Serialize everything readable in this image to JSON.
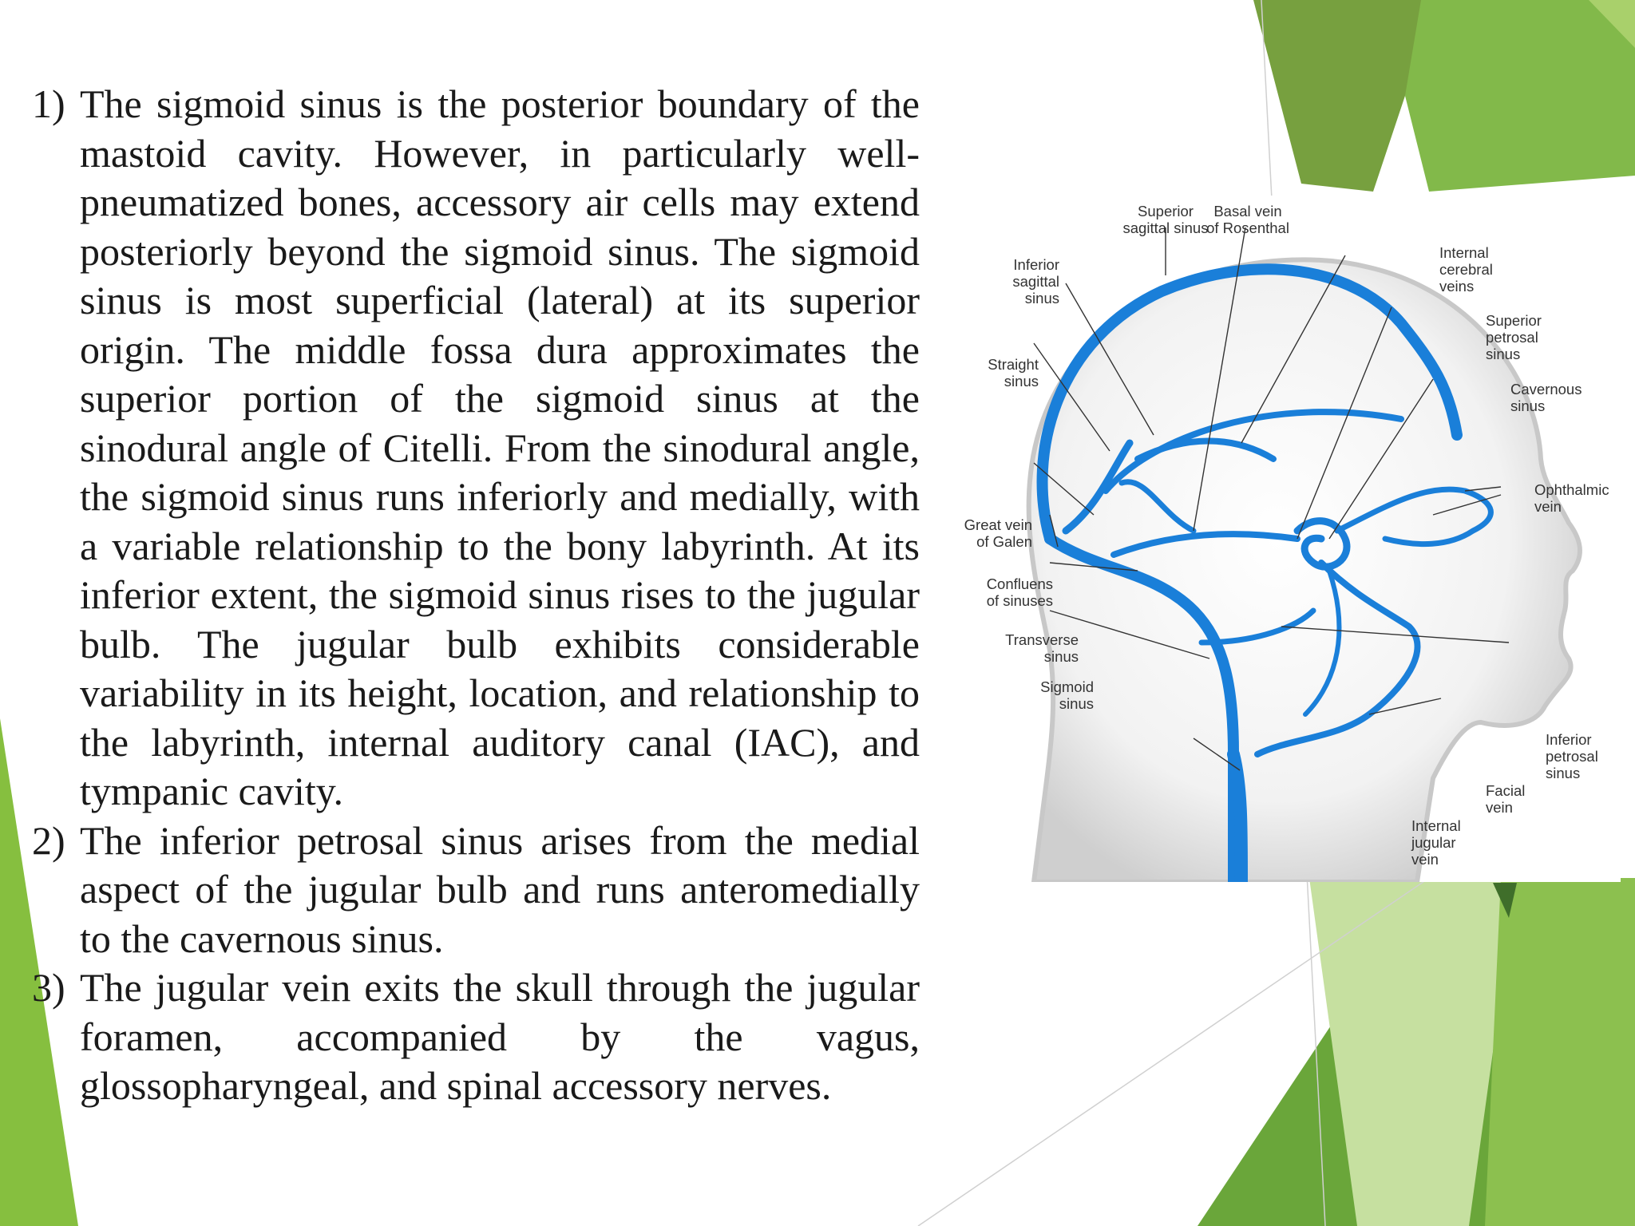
{
  "colors": {
    "background": "#ffffff",
    "accent_dark_green": "#77a03f",
    "accent_green": "#7cb83a",
    "accent_light_green": "#c6e0a0",
    "text": "#1a1a1a",
    "vein_blue": "#1a7fd9",
    "head_gray": "#d9d9d9"
  },
  "text_blocks": [
    {
      "number": "1)",
      "text": "The sigmoid sinus is the posterior boundary of the mastoid cavity. However, in particularly well-pneumatized bones, accessory air cells may extend posteriorly beyond the sigmoid sinus. The sigmoid sinus is most superficial (lateral) at its superior origin. The middle fossa dura approximates the superior portion of the sigmoid sinus at the sinodural angle of Citelli. From the sinodural angle, the sigmoid sinus runs inferiorly and medially, with a variable relationship to the bony labyrinth. At its inferior extent, the sigmoid sinus rises to the jugular bulb. The jugular bulb exhibits considerable variability in its height, location, and relationship to the labyrinth, internal auditory canal (IAC), and tympanic cavity."
    },
    {
      "number": "2)",
      "text": "The inferior petrosal sinus arises from the medial aspect of the jugular bulb and runs anteromedially to the cavernous sinus."
    },
    {
      "number": "3)",
      "text": "The jugular vein exits the skull through the jugular foramen, accompanied by the vagus, glossopharyngeal, and spinal accessory nerves."
    }
  ],
  "figure_labels": {
    "superior_sagittal_sinus_1": "Superior",
    "superior_sagittal_sinus_2": "sagittal sinus",
    "basal_vein_1": "Basal vein",
    "basal_vein_2": "of Rosenthal",
    "inferior_sagittal_1": "Inferior",
    "inferior_sagittal_2": "sagittal",
    "inferior_sagittal_3": "sinus",
    "internal_cerebral_1": "Internal",
    "internal_cerebral_2": "cerebral",
    "internal_cerebral_3": "veins",
    "superior_petrosal_1": "Superior",
    "superior_petrosal_2": "petrosal",
    "superior_petrosal_3": "sinus",
    "straight_sinus_1": "Straight",
    "straight_sinus_2": "sinus",
    "cavernous_1": "Cavernous",
    "cavernous_2": "sinus",
    "ophthalmic_1": "Ophthalmic",
    "ophthalmic_2": "vein",
    "great_vein_1": "Great vein",
    "great_vein_2": "of Galen",
    "confluens_1": "Confluens",
    "confluens_2": "of sinuses",
    "transverse_1": "Transverse",
    "transverse_2": "sinus",
    "sigmoid_1": "Sigmoid",
    "sigmoid_2": "sinus",
    "inferior_petrosal_1": "Inferior",
    "inferior_petrosal_2": "petrosal",
    "inferior_petrosal_3": "sinus",
    "facial_1": "Facial",
    "facial_2": "vein",
    "internal_jugular_1": "Internal",
    "internal_jugular_2": "jugular",
    "internal_jugular_3": "vein"
  }
}
